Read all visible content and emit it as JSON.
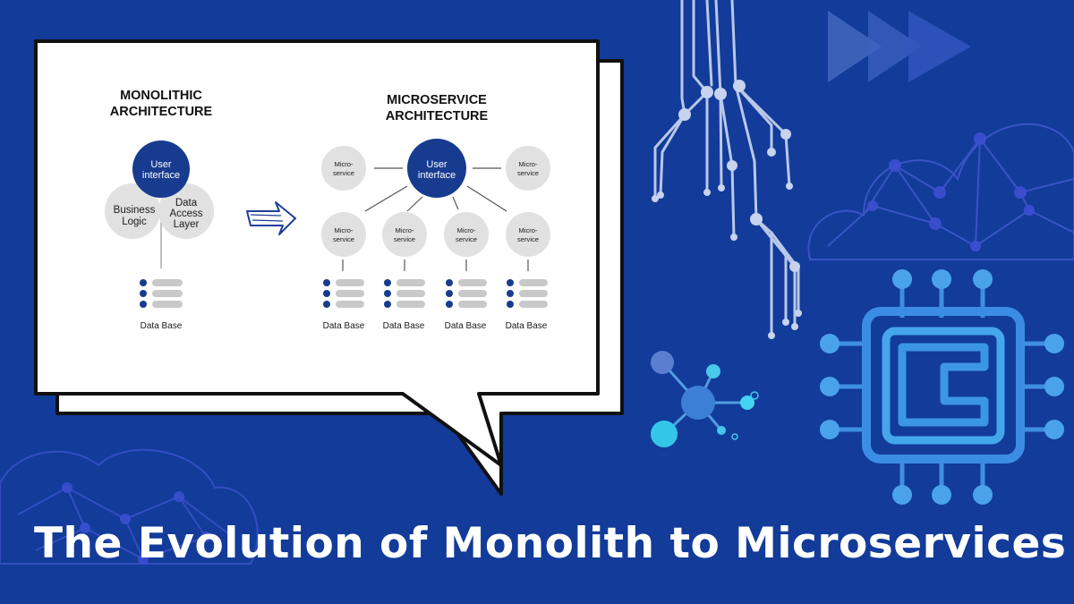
{
  "headline": "The Evolution of Monolith to Microservices",
  "colors": {
    "background": "#123b9a",
    "accent_dark_blue": "#173b8f",
    "light_gray": "#e0e0e0",
    "cyan_accent": "#2fc8e8",
    "line_gray": "#9a9a9a"
  },
  "monolith": {
    "heading_line1": "MONOLITHIC",
    "heading_line2": "ARCHITECTURE",
    "ui_line1": "User",
    "ui_line2": "interface",
    "bl_line1": "Business",
    "bl_line2": "Logic",
    "dal_line1": "Data",
    "dal_line2": "Access",
    "dal_line3": "Layer",
    "db_label": "Data Base"
  },
  "microservice": {
    "heading_line1": "MICROSERVICE",
    "heading_line2": "ARCHITECTURE",
    "ui_line1": "User",
    "ui_line2": "interface",
    "node_line1": "Micro-",
    "node_line2": "service",
    "db_label": "Data Base"
  },
  "icons": {
    "arrow": "hand-drawn-arrow-icon",
    "database": "database-stack-icon",
    "chip": "microchip-icon",
    "molecule": "molecule-icon",
    "fast_forward": "fast-forward-icon",
    "circuit": "circuit-lines-icon",
    "cloud": "network-cloud-icon"
  }
}
